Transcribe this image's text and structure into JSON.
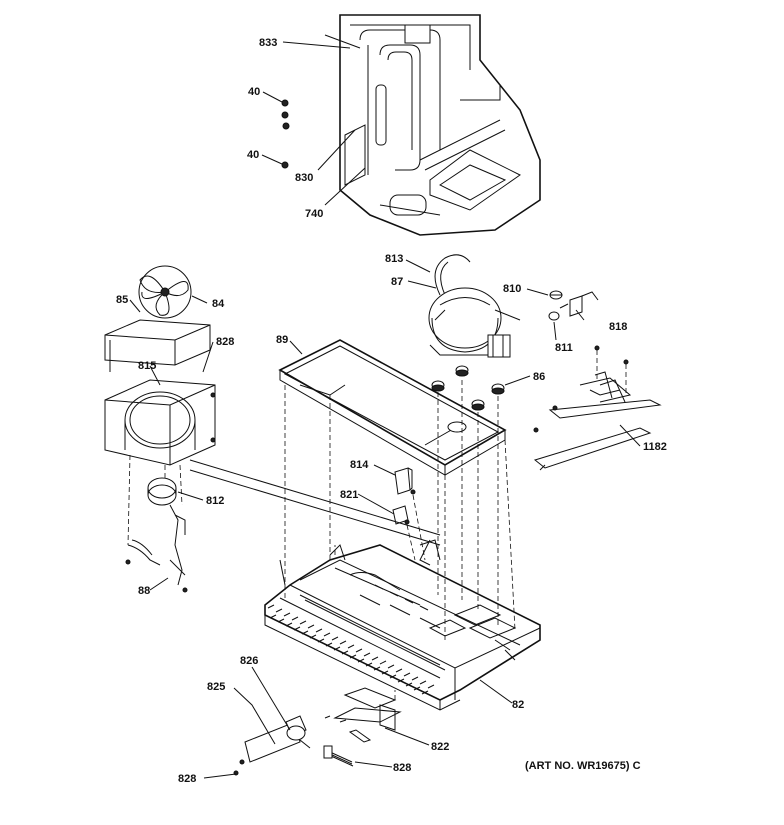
{
  "labels": {
    "l833": "833",
    "l40a": "40",
    "l40b": "40",
    "l830": "830",
    "l740": "740",
    "l813": "813",
    "l87": "87",
    "l810": "810",
    "l818": "818",
    "l811": "811",
    "l85": "85",
    "l84": "84",
    "l828a": "828",
    "l89": "89",
    "l815": "815",
    "l86": "86",
    "l1182": "1182",
    "l814": "814",
    "l821": "821",
    "l812": "812",
    "l88": "88",
    "l82": "82",
    "l826": "826",
    "l825": "825",
    "l822": "822",
    "l828b": "828",
    "l828c": "828"
  },
  "art_number": "(ART NO. WR19675) C"
}
